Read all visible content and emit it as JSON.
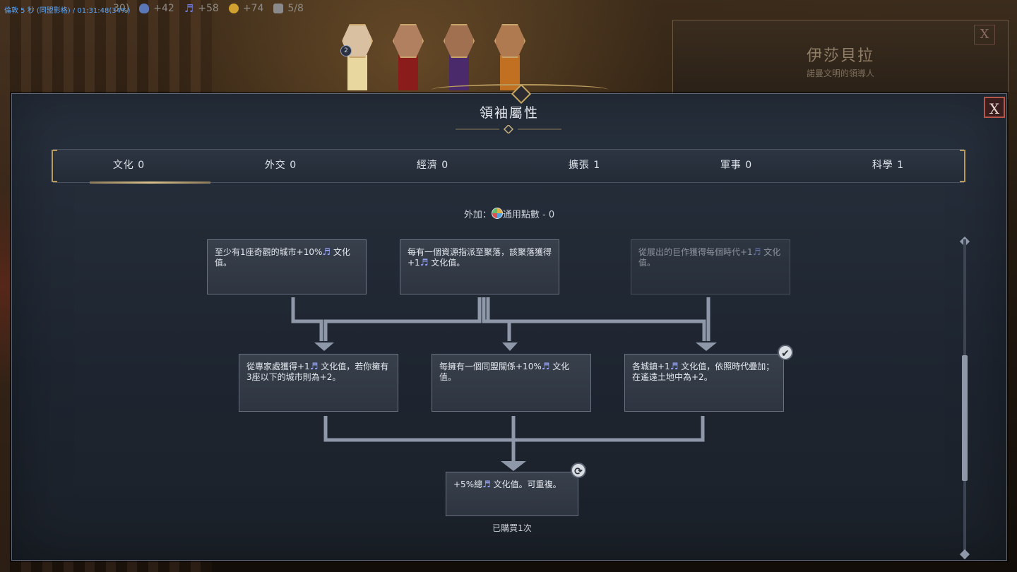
{
  "debug_overlay": "倫敦 5 秒 (同盟影格) / 01:31:48(34%)",
  "resources": [
    {
      "value": "30)",
      "icon": "partial-icon",
      "color": "#7a6a50"
    },
    {
      "value": "+42",
      "icon": "influence-icon",
      "color": "#5a78b8"
    },
    {
      "value": "+58",
      "icon": "culture-icon",
      "color": "#6a7ae0"
    },
    {
      "value": "+74",
      "icon": "gold-icon",
      "color": "#d0a030"
    },
    {
      "value": "5/8",
      "icon": "city-icon",
      "color": "#8a8a8a"
    }
  ],
  "leaders": [
    {
      "badge": "2",
      "banner_color": "#e8d8a0"
    },
    {
      "banner_color": "#8a1c1c"
    },
    {
      "banner_color": "#4a2a6a"
    },
    {
      "banner_color": "#c07020"
    }
  ],
  "background_panel": {
    "leader_name": "伊莎貝拉",
    "leader_subtitle": "諾曼文明的領導人",
    "close_label": "X"
  },
  "panel": {
    "title": "領袖屬性",
    "close_label": "X"
  },
  "tabs": [
    {
      "label": "文化 0",
      "active": true
    },
    {
      "label": "外交 0"
    },
    {
      "label": "經濟 0"
    },
    {
      "label": "擴張 1"
    },
    {
      "label": "軍事 0"
    },
    {
      "label": "科學 1"
    }
  ],
  "bonus": {
    "prefix": "外加：",
    "label": "通用點數 - 0"
  },
  "perks": {
    "row1": [
      {
        "text_before": "至少有1座奇觀的城市+10%",
        "text_after": "文化值。"
      },
      {
        "text_before": "每有一個資源指派至聚落，該聚落獲得+1",
        "text_after": "文化值。"
      },
      {
        "text_before": "從展出的巨作獲得每個時代+1",
        "text_after": "文化值。"
      }
    ],
    "row2": [
      {
        "text_before": "從專家處獲得+1",
        "text_after": "文化值，若你擁有3座以下的城市則為+2。"
      },
      {
        "text_before": "每擁有一個同盟關係+10%",
        "text_after": "文化值。"
      },
      {
        "text_before": "各城鎮+1",
        "text_after": "文化值，依照時代疊加；在遙遠土地中為+2。"
      }
    ],
    "final": {
      "text_before": "+5%總",
      "text_after": "文化值。可重複。"
    }
  },
  "note_glyph": "♬",
  "check_glyph": "✔",
  "repeat_glyph": "⟳",
  "purchased_text": "已購買1次",
  "colors": {
    "accent_gold": "#b89a5e",
    "panel_bg": "#232b36",
    "connector": "#9aa3b2",
    "close_red": "#b6564a"
  }
}
